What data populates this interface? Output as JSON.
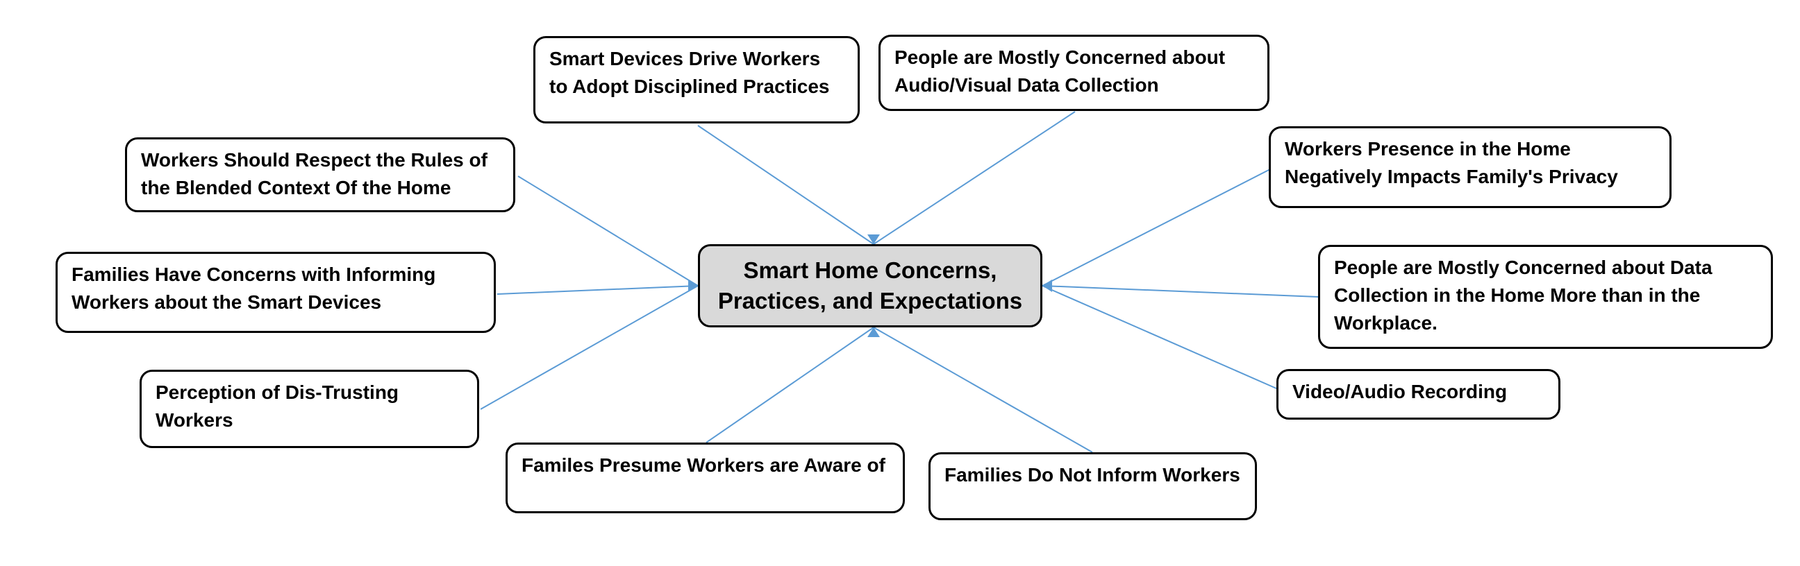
{
  "center": {
    "label": "Smart Home Concerns, Practices, and Expectations"
  },
  "nodes": [
    {
      "id": "disciplined-practices",
      "label": "Smart Devices Drive Workers to Adopt Disciplined Practices"
    },
    {
      "id": "audio-visual-data",
      "label": "People are Mostly Concerned about Audio/Visual Data Collection"
    },
    {
      "id": "respect-rules",
      "label": "Workers Should Respect the Rules of the Blended Context Of the Home"
    },
    {
      "id": "presence-privacy",
      "label": "Workers Presence in the Home Negatively Impacts Family's Privacy"
    },
    {
      "id": "informing-concerns",
      "label": "Families Have Concerns with Informing Workers about the Smart Devices"
    },
    {
      "id": "home-vs-workplace",
      "label": "People are Mostly Concerned about Data Collection in the Home More than in the Workplace."
    },
    {
      "id": "dis-trusting",
      "label": "Perception of Dis-Trusting Workers"
    },
    {
      "id": "video-audio-recording",
      "label": "Video/Audio Recording"
    },
    {
      "id": "presume-aware",
      "label": "Familes Presume Workers are Aware of"
    },
    {
      "id": "do-not-inform",
      "label": "Families Do Not Inform Workers"
    }
  ],
  "colors": {
    "edge": "#5b9bd5",
    "center_fill": "#d9d9d9",
    "node_border": "#000000"
  }
}
